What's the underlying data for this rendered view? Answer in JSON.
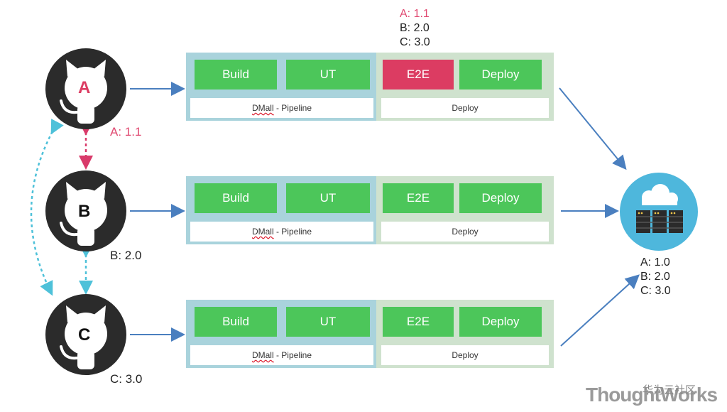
{
  "repos": [
    {
      "letter": "A",
      "version_label": "A: 1.1",
      "changed": true
    },
    {
      "letter": "B",
      "version_label": "B: 2.0",
      "changed": false
    },
    {
      "letter": "C",
      "version_label": "C: 3.0",
      "changed": false
    }
  ],
  "pipelines": [
    {
      "stages": [
        {
          "label": "Build",
          "status": "passed"
        },
        {
          "label": "UT",
          "status": "passed"
        },
        {
          "label": "E2E",
          "status": "failed"
        },
        {
          "label": "Deploy",
          "status": "passed"
        }
      ],
      "pipeline_label_prefix": "DMall",
      "pipeline_label_suffix": " - Pipeline",
      "deploy_label": "Deploy",
      "versions": [
        "A: 1.1",
        "B: 2.0",
        "C: 3.0"
      ]
    },
    {
      "stages": [
        {
          "label": "Build",
          "status": "passed"
        },
        {
          "label": "UT",
          "status": "passed"
        },
        {
          "label": "E2E",
          "status": "passed"
        },
        {
          "label": "Deploy",
          "status": "passed"
        }
      ],
      "pipeline_label_prefix": "DMall",
      "pipeline_label_suffix": " - Pipeline",
      "deploy_label": "Deploy"
    },
    {
      "stages": [
        {
          "label": "Build",
          "status": "passed"
        },
        {
          "label": "UT",
          "status": "passed"
        },
        {
          "label": "E2E",
          "status": "passed"
        },
        {
          "label": "Deploy",
          "status": "passed"
        }
      ],
      "pipeline_label_prefix": "DMall",
      "pipeline_label_suffix": " - Pipeline",
      "deploy_label": "Deploy"
    }
  ],
  "target": {
    "icon": "cloud-server-icon",
    "versions": [
      "A: 1.0",
      "B: 2.0",
      "C: 3.0"
    ]
  },
  "colors": {
    "build_left_bg": "#a9d3dc",
    "deploy_right_bg": "#cfe2ce",
    "stage_pass": "#4cc65a",
    "stage_fail": "#dc3c62",
    "changed_text": "#e04870",
    "arrow_blue": "#4a7fbf",
    "dependency_dotted_red": "#d93a6a",
    "dependency_dotted_cyan": "#4ec1d9"
  },
  "watermark": {
    "brand": "ThoughtWorks",
    "cn": "华为云社区"
  }
}
